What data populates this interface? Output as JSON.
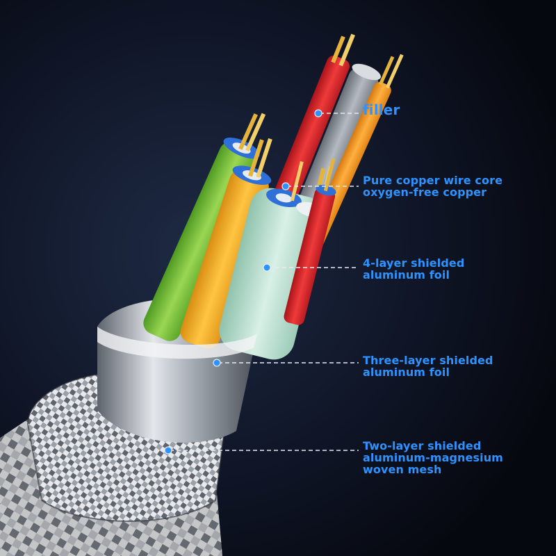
{
  "colors": {
    "background": "#0b0f1a",
    "label": "#2e93ff",
    "leader_line": "#e6ecf5",
    "wire_red": "#e0262a",
    "wire_orange": "#f39a1c",
    "wire_green": "#7cc43a",
    "wire_yellow": "#f4b11e",
    "wire_blue": "#2f6fd8",
    "wire_mint": "#bfe3d3",
    "foil_silver": "#b9bec6",
    "conductor_gold": "#e6b33b"
  },
  "callouts": {
    "filler": "filler",
    "copper_line1": "Pure copper wire core",
    "copper_line2": "oxygen-free copper",
    "four_layer_line1": "4-layer shielded",
    "four_layer_line2": "aluminum foil",
    "three_layer_line1": "Three-layer shielded",
    "three_layer_line2": "aluminum foil",
    "two_layer_line1": "Two-layer shielded",
    "two_layer_line2": "aluminum-magnesium",
    "two_layer_line3": "woven mesh"
  }
}
